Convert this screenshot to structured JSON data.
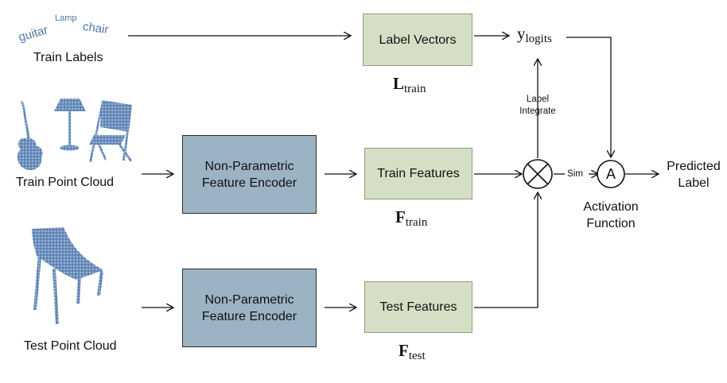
{
  "train_label_words": {
    "guitar": "guitar",
    "lamp": "Lamp",
    "chair": "chair"
  },
  "inputs": {
    "train_labels": "Train Labels",
    "train_point_cloud": "Train Point Cloud",
    "test_point_cloud": "Test Point Cloud"
  },
  "encoders": {
    "train": [
      "Non-Parametric",
      "Feature Encoder"
    ],
    "test": [
      "Non-Parametric",
      "Feature Encoder"
    ]
  },
  "boxes": {
    "label_vectors": "Label Vectors",
    "train_features": "Train Features",
    "test_features": "Test Features"
  },
  "symbols": {
    "L_train": {
      "base": "L",
      "sub": "train"
    },
    "F_train": {
      "base": "F",
      "sub": "train"
    },
    "F_test": {
      "base": "F",
      "sub": "test"
    },
    "y_logits": {
      "base": "y",
      "sub": "logits"
    }
  },
  "ops": {
    "multiply_symbol": "⊗",
    "activation_symbol": "A",
    "sim_label": "Sim",
    "label_integrate": [
      "Label",
      "Integrate"
    ],
    "activation_function": [
      "Activation",
      "Function"
    ],
    "predicted_label": [
      "Predicted",
      "Label"
    ]
  },
  "icons": [
    "guitar-icon",
    "lamp-icon",
    "chair-icon",
    "test-chair-icon"
  ],
  "colors": {
    "green_box": "#d6dfc5",
    "blue_box": "#9bb3c3",
    "point_cloud": "#4f78a8"
  }
}
